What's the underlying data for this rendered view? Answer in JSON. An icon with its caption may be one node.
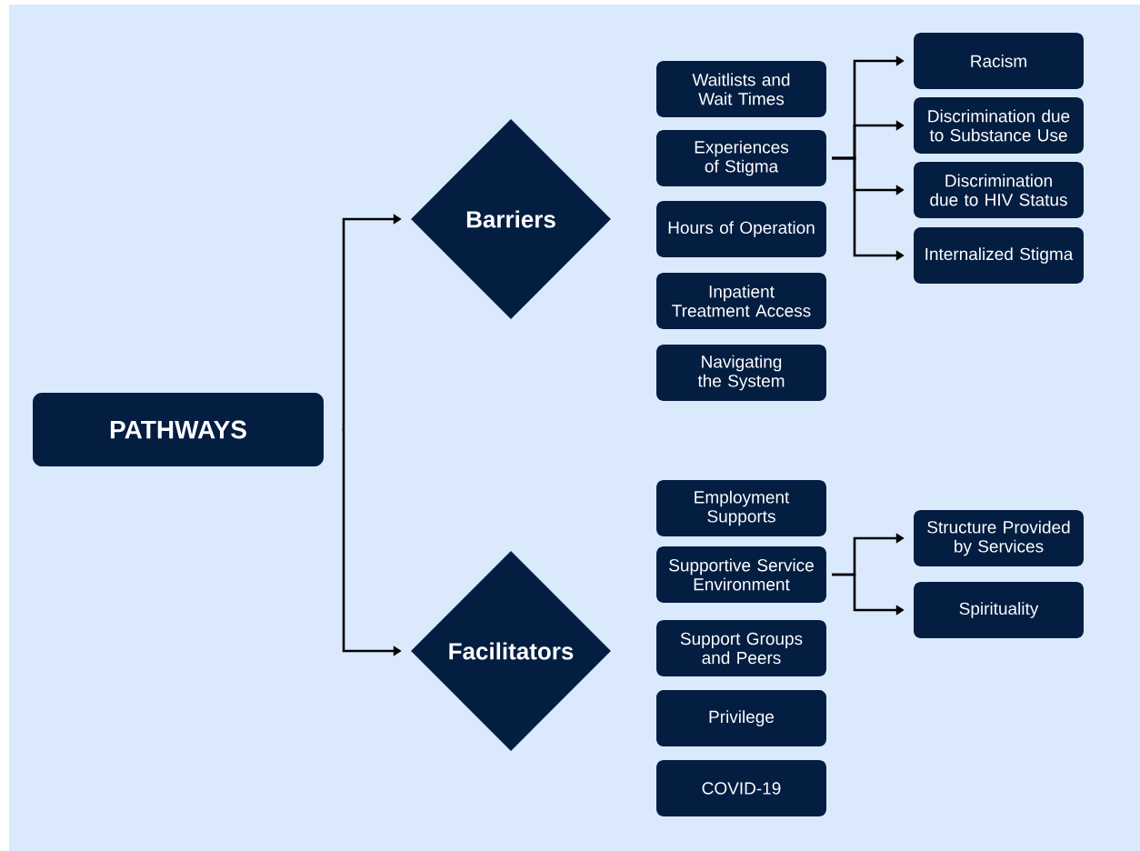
{
  "diagram": {
    "nodes": [
      {
        "text": [
          "PATHWAYS"
        ]
      },
      {
        "text": [
          "Barriers"
        ]
      },
      {
        "text": [
          "Facilitators"
        ]
      },
      {
        "text": [
          "Waitlists and Wait Times"
        ]
      },
      {
        "text": [
          "Experiences of Stigma"
        ]
      },
      {
        "text": [
          "Hours of Operation"
        ]
      },
      {
        "text": [
          "Inpatient Treatment Access"
        ]
      },
      {
        "text": [
          "Navigating the System"
        ]
      },
      {
        "text": [
          "Racism"
        ]
      },
      {
        "text": [
          "Discrimination due to Substance Use"
        ]
      },
      {
        "text": [
          "Discrimination due to HIV Status"
        ]
      },
      {
        "text": [
          "Internalized Stigma"
        ]
      },
      {
        "text": [
          "Employment Supports"
        ]
      },
      {
        "text": [
          "Supportive Service Environment"
        ]
      },
      {
        "text": [
          "Support Groups and Peers"
        ]
      },
      {
        "text": [
          "Privilege"
        ]
      },
      {
        "text": [
          "COVID-19"
        ]
      },
      {
        "text": [
          "Structure Provided by Services"
        ]
      },
      {
        "text": [
          "Spirituality"
        ]
      }
    ],
    "edges": [
      {
        "from": 0,
        "to": 1,
        "arrow": "to"
      },
      {
        "from": 0,
        "to": 2,
        "arrow": "to"
      },
      {
        "from": 4,
        "to": 8,
        "arrow": "to"
      },
      {
        "from": 4,
        "to": 9,
        "arrow": "to"
      },
      {
        "from": 4,
        "to": 10,
        "arrow": "to"
      },
      {
        "from": 4,
        "to": 11,
        "arrow": "to"
      },
      {
        "from": 13,
        "to": 17,
        "arrow": "to"
      },
      {
        "from": 13,
        "to": 18,
        "arrow": "to"
      }
    ]
  }
}
